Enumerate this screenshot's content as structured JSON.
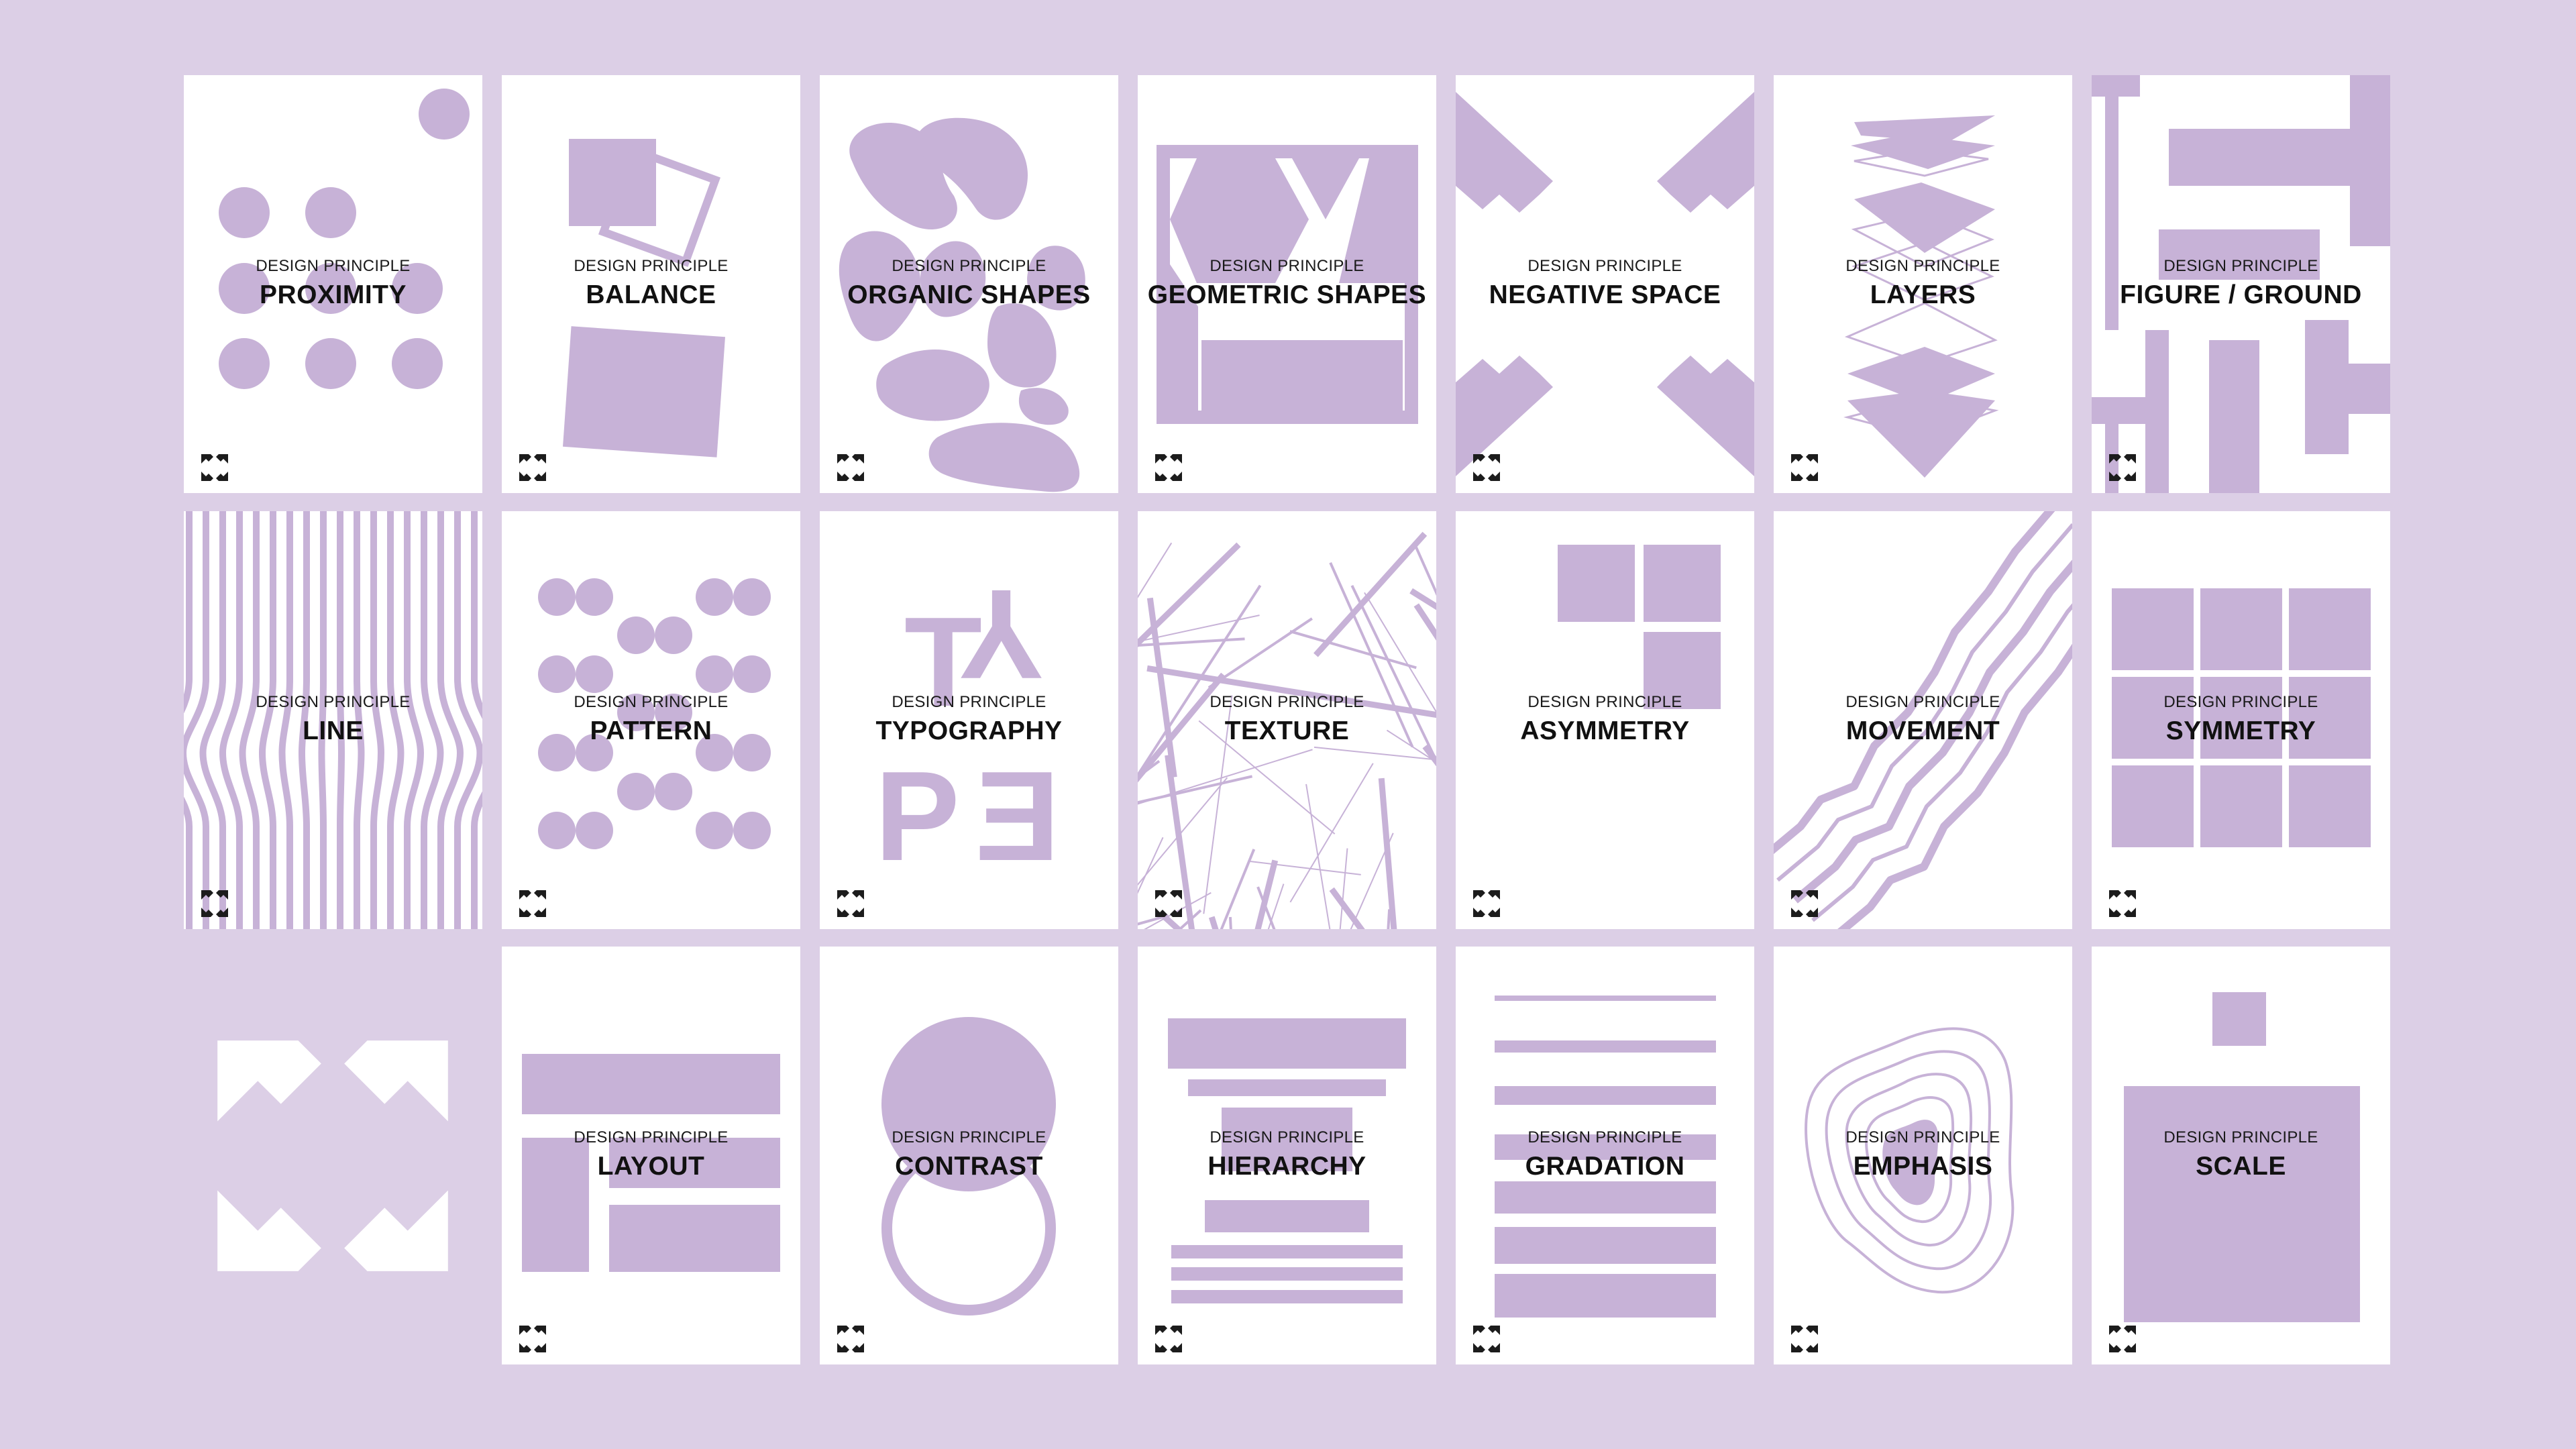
{
  "colors": {
    "background": "#dccfe6",
    "card": "#ffffff",
    "shape": "#c7b2d7",
    "text": "#111111"
  },
  "brand": {
    "mark_icon": "x-arrows-logo-icon"
  },
  "cards": [
    {
      "kicker": "DESIGN PRINCIPLE",
      "title": "PROXIMITY"
    },
    {
      "kicker": "DESIGN PRINCIPLE",
      "title": "BALANCE"
    },
    {
      "kicker": "DESIGN PRINCIPLE",
      "title": "ORGANIC SHAPES"
    },
    {
      "kicker": "DESIGN PRINCIPLE",
      "title": "GEOMETRIC SHAPES"
    },
    {
      "kicker": "DESIGN PRINCIPLE",
      "title": "NEGATIVE SPACE"
    },
    {
      "kicker": "DESIGN PRINCIPLE",
      "title": "LAYERS"
    },
    {
      "kicker": "DESIGN PRINCIPLE",
      "title": "FIGURE / GROUND"
    },
    {
      "kicker": "DESIGN PRINCIPLE",
      "title": "LINE"
    },
    {
      "kicker": "DESIGN PRINCIPLE",
      "title": "PATTERN"
    },
    {
      "kicker": "DESIGN PRINCIPLE",
      "title": "TYPOGRAPHY"
    },
    {
      "kicker": "DESIGN PRINCIPLE",
      "title": "TEXTURE"
    },
    {
      "kicker": "DESIGN PRINCIPLE",
      "title": "ASYMMETRY"
    },
    {
      "kicker": "DESIGN PRINCIPLE",
      "title": "MOVEMENT"
    },
    {
      "kicker": "DESIGN PRINCIPLE",
      "title": "SYMMETRY"
    },
    {
      "kicker": "DESIGN PRINCIPLE",
      "title": "LAYOUT"
    },
    {
      "kicker": "DESIGN PRINCIPLE",
      "title": "CONTRAST"
    },
    {
      "kicker": "DESIGN PRINCIPLE",
      "title": "HIERARCHY"
    },
    {
      "kicker": "DESIGN PRINCIPLE",
      "title": "GRADATION"
    },
    {
      "kicker": "DESIGN PRINCIPLE",
      "title": "EMPHASIS"
    },
    {
      "kicker": "DESIGN PRINCIPLE",
      "title": "SCALE"
    }
  ],
  "typography_letters": [
    "T",
    "Y",
    "P",
    "E"
  ]
}
